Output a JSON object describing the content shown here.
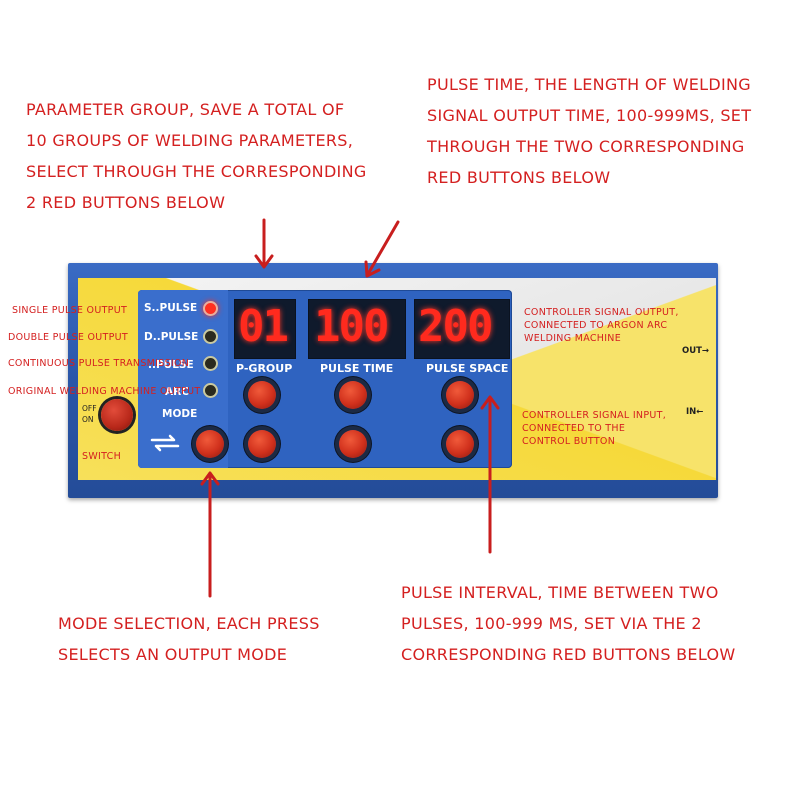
{
  "annotations": {
    "parameter_group": [
      "PARAMETER GROUP, SAVE A TOTAL OF",
      "10 GROUPS OF WELDING PARAMETERS,",
      "SELECT THROUGH THE CORRESPONDING",
      "2 RED BUTTONS BELOW"
    ],
    "pulse_time": [
      "PULSE TIME, THE LENGTH OF WELDING",
      "SIGNAL OUTPUT TIME, 100-999MS, SET",
      "THROUGH THE TWO CORRESPONDING",
      "RED BUTTONS BELOW"
    ],
    "mode_selection": [
      "MODE SELECTION, EACH PRESS",
      "SELECTS AN OUTPUT MODE"
    ],
    "pulse_interval": [
      "PULSE INTERVAL, TIME BETWEEN TWO",
      "PULSES, 100-999 MS, SET VIA THE 2",
      "CORRESPONDING RED BUTTONS BELOW"
    ],
    "single_pulse": "SINGLE PULSE OUTPUT",
    "double_pulse": "DOUBLE PULSE OUTPUT",
    "continuous_pulse": "CONTINUOUS PULSE TRANSMISSION",
    "original_welding": "ORIGINAL WELDING MACHINE OUTPUT",
    "switch": "SWITCH",
    "controller_output": [
      "CONTROLLER SIGNAL OUTPUT,",
      "CONNECTED TO ARGON ARC",
      "WELDING MACHINE"
    ],
    "controller_input": [
      "CONTROLLER SIGNAL INPUT,",
      "CONNECTED TO THE",
      "CONTROL BUTTON"
    ]
  },
  "device": {
    "mode_labels": [
      "S..PULSE",
      "D..PULSE",
      "..PULSE",
      "ARC",
      "MODE"
    ],
    "displays": {
      "group": "01",
      "pulse_time": "100",
      "pulse_space": "200"
    },
    "display_labels": {
      "group": "P-GROUP",
      "pulse_time": "PULSE TIME",
      "pulse_space": "PULSE SPACE"
    },
    "switch_labels": {
      "off": "OFF",
      "on": "ON"
    },
    "io": {
      "out": "OUT→",
      "in": "IN←"
    }
  },
  "colors": {
    "annotation": "#d42020",
    "panel": "#2f63c0",
    "led_on": "#ff3020",
    "display": "#ff2a1e"
  }
}
